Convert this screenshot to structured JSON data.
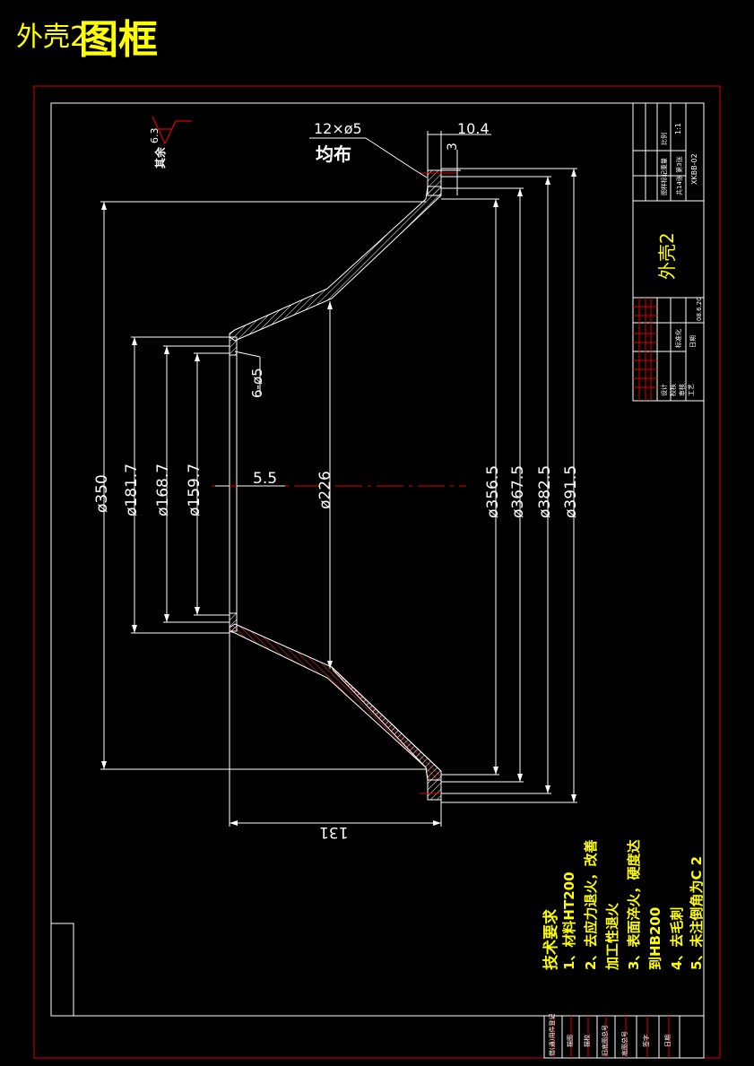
{
  "sheet_title": {
    "left": "外壳2",
    "right": "图框"
  },
  "surface_finish": {
    "label": "其余",
    "value": "6.3"
  },
  "hole_spec": {
    "count_size": "12×ø5",
    "distribution": "均布"
  },
  "side_holes": "6-ø5",
  "dimensions": {
    "d350": "ø350",
    "d181_7": "ø181.7",
    "d168_7": "ø168.7",
    "d159_7": "ø159.7",
    "d226": "ø226",
    "d356_5": "ø356.5",
    "d367_5": "ø367.5",
    "d382_5": "ø382.5",
    "d391_5": "ø391.5",
    "wall": "5.5",
    "length": "131",
    "flange_offset": "10.4",
    "flange_thick": "3"
  },
  "tech_requirements": {
    "heading": "技术要求",
    "lines": [
      "1、材料HT200",
      "2、去应力退火，改善",
      "加工性退火",
      "3、表面淬火，硬度达",
      "到HB200",
      "4、去毛刺",
      "5、未注倒角为C 2"
    ]
  },
  "title_block": {
    "part_name": "外壳2",
    "drawing_no": "XKBB-02",
    "scale": "1:1",
    "sheet": "共14张 第3张",
    "upper_labels": [
      "图样标记",
      "重量",
      "比例"
    ],
    "lower_labels": [
      "设计",
      "校核",
      "审核",
      "工艺"
    ],
    "process_cols": [
      "标准化",
      "日期"
    ],
    "date": "08.6.20"
  },
  "bottom_strip": {
    "labels": [
      "借(通)用件登记",
      "描图",
      "描校",
      "旧底图总号",
      "底图总号",
      "签字",
      "日期"
    ]
  }
}
